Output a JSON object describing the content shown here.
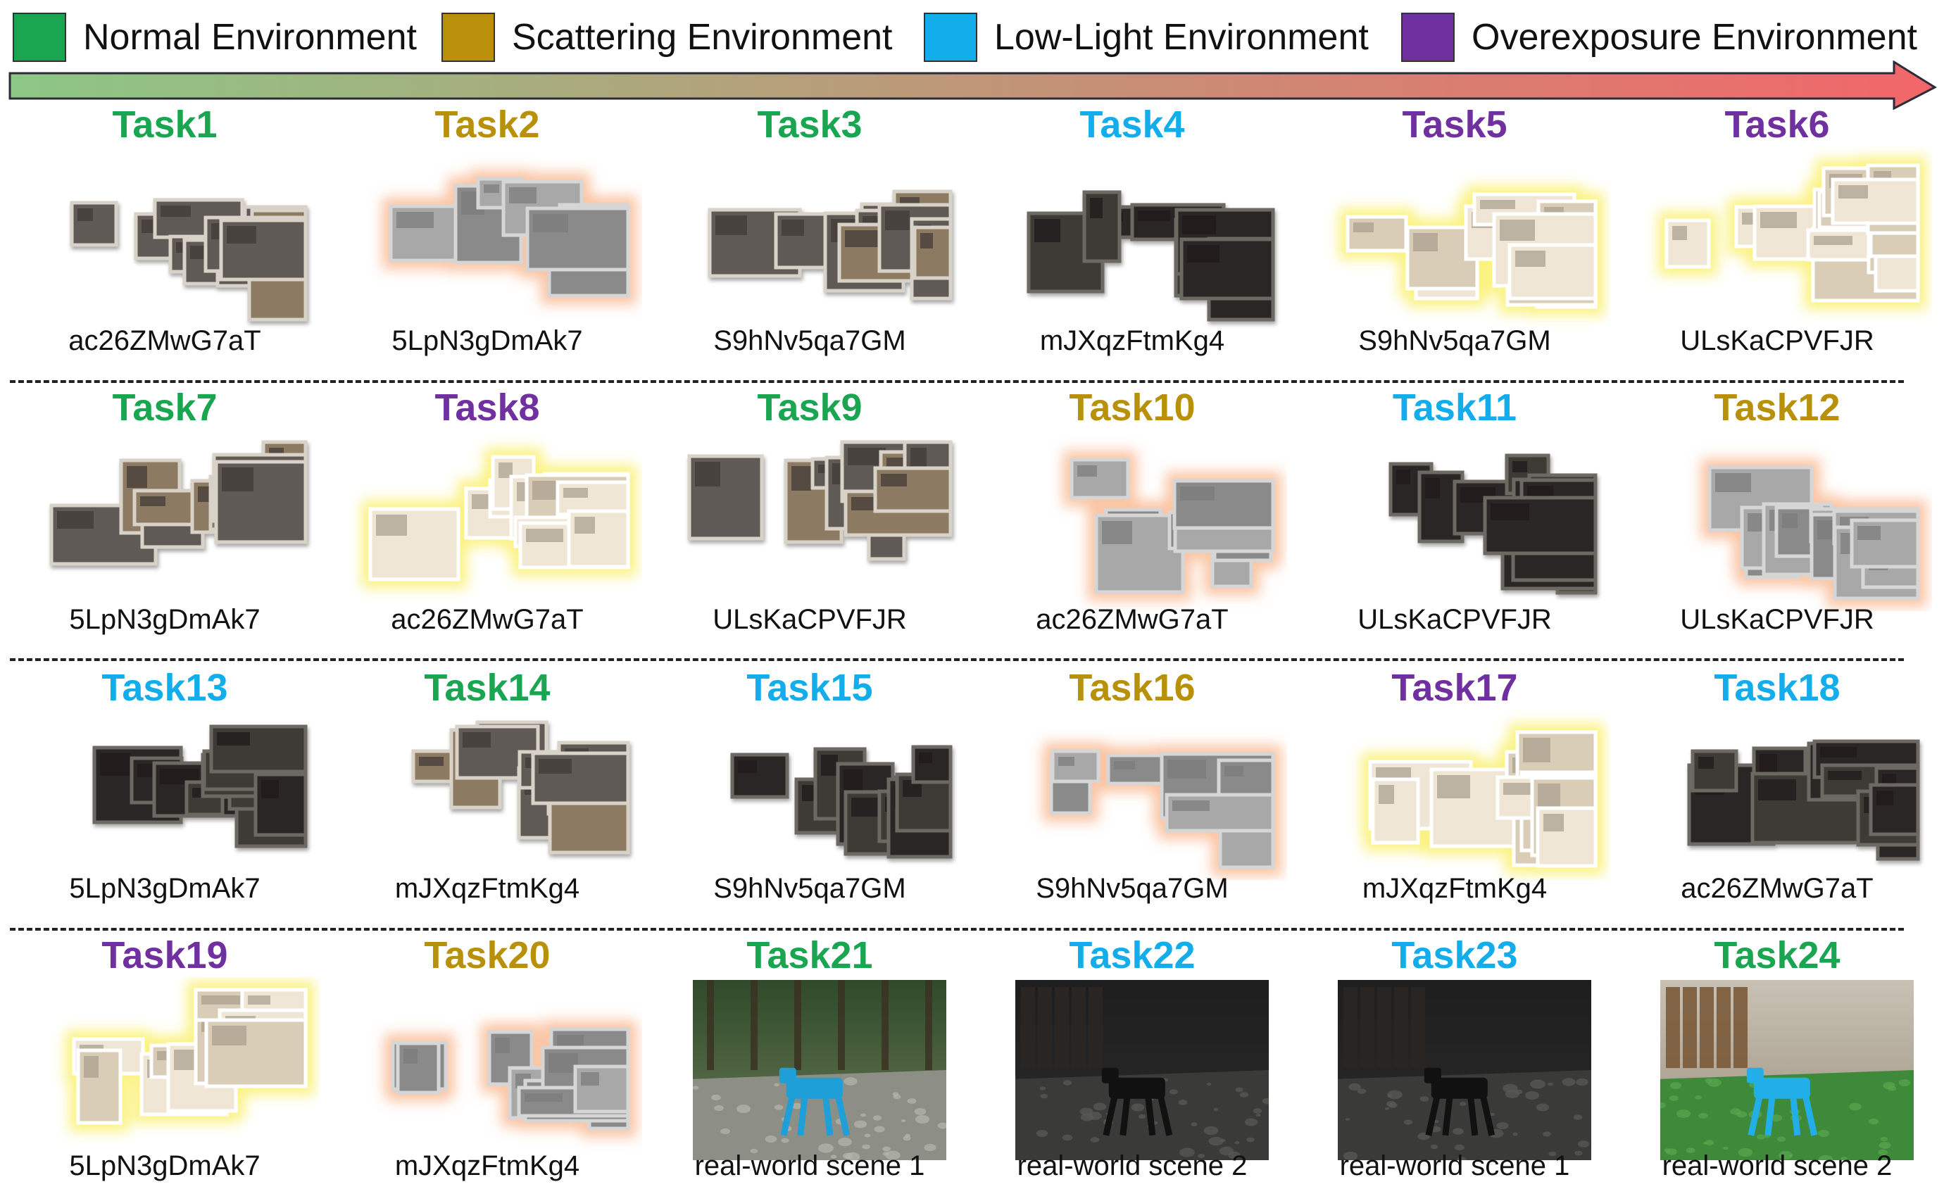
{
  "legend": [
    {
      "label": "Normal Environment",
      "color": "#1aa551"
    },
    {
      "label": "Scattering Environment",
      "color": "#b8900a"
    },
    {
      "label": "Low-Light Environment",
      "color": "#12adea"
    },
    {
      "label": "Overexposure Environment",
      "color": "#7030a0"
    }
  ],
  "arrow": {
    "start_color": "#8cc785",
    "end_color": "#f2666a"
  },
  "env_colors": {
    "normal": "#1aa551",
    "scattering": "#b8900a",
    "lowlight": "#12adea",
    "overexposure": "#7030a0"
  },
  "tasks": [
    {
      "title": "Task1",
      "env": "normal",
      "caption": "ac26ZMwG7aT"
    },
    {
      "title": "Task2",
      "env": "scattering",
      "caption": "5LpN3gDmAk7"
    },
    {
      "title": "Task3",
      "env": "normal",
      "caption": "S9hNv5qa7GM"
    },
    {
      "title": "Task4",
      "env": "lowlight",
      "caption": "mJXqzFtmKg4"
    },
    {
      "title": "Task5",
      "env": "overexposure",
      "caption": "S9hNv5qa7GM"
    },
    {
      "title": "Task6",
      "env": "overexposure",
      "caption": "ULsKaCPVFJR"
    },
    {
      "title": "Task7",
      "env": "normal",
      "caption": "5LpN3gDmAk7"
    },
    {
      "title": "Task8",
      "env": "overexposure",
      "caption": "ac26ZMwG7aT"
    },
    {
      "title": "Task9",
      "env": "normal",
      "caption": "ULsKaCPVFJR"
    },
    {
      "title": "Task10",
      "env": "scattering",
      "caption": "ac26ZMwG7aT"
    },
    {
      "title": "Task11",
      "env": "lowlight",
      "caption": "ULsKaCPVFJR"
    },
    {
      "title": "Task12",
      "env": "scattering",
      "caption": "ULsKaCPVFJR"
    },
    {
      "title": "Task13",
      "env": "lowlight",
      "caption": "5LpN3gDmAk7"
    },
    {
      "title": "Task14",
      "env": "normal",
      "caption": "mJXqzFtmKg4"
    },
    {
      "title": "Task15",
      "env": "lowlight",
      "caption": "S9hNv5qa7GM"
    },
    {
      "title": "Task16",
      "env": "scattering",
      "caption": "S9hNv5qa7GM"
    },
    {
      "title": "Task17",
      "env": "overexposure",
      "caption": "mJXqzFtmKg4"
    },
    {
      "title": "Task18",
      "env": "lowlight",
      "caption": "ac26ZMwG7aT"
    },
    {
      "title": "Task19",
      "env": "overexposure",
      "caption": "5LpN3gDmAk7"
    },
    {
      "title": "Task20",
      "env": "scattering",
      "caption": "mJXqzFtmKg4"
    },
    {
      "title": "Task21",
      "env": "normal",
      "caption": "real-world scene 1"
    },
    {
      "title": "Task22",
      "env": "lowlight",
      "caption": "real-world scene 2"
    },
    {
      "title": "Task23",
      "env": "lowlight",
      "caption": "real-world scene 1"
    },
    {
      "title": "Task24",
      "env": "normal",
      "caption": "real-world scene 2"
    }
  ]
}
